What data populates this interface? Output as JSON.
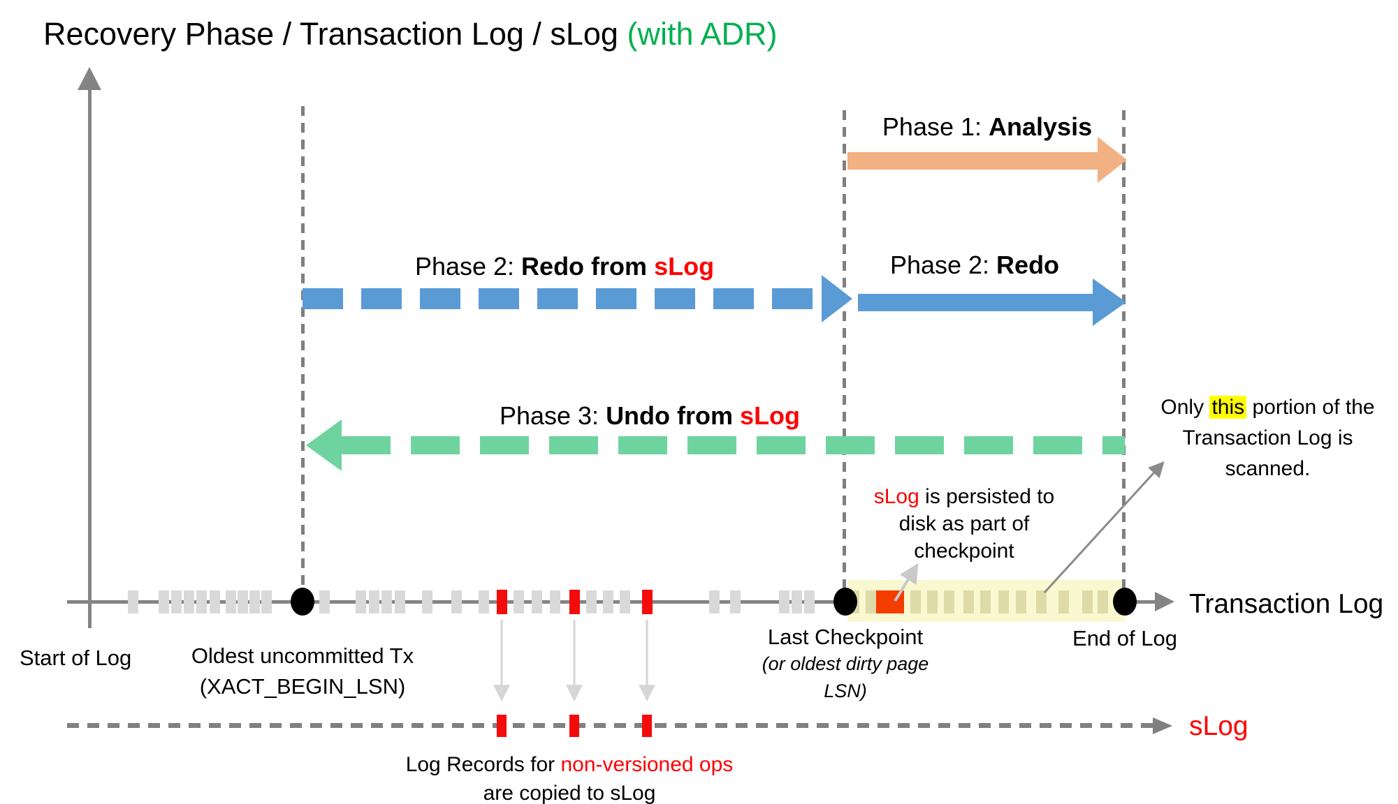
{
  "title": {
    "main": "Recovery Phase / Transaction Log / sLog ",
    "suffix": "(with ADR)"
  },
  "phase1": {
    "prefix": "Phase 1: ",
    "name": "Analysis"
  },
  "phase2_slog": {
    "prefix": "Phase 2: ",
    "bold": "Redo from ",
    "red": "sLog"
  },
  "phase2": {
    "prefix": "Phase 2: ",
    "bold": "Redo"
  },
  "phase3": {
    "prefix": "Phase 3: ",
    "bold": "Undo from ",
    "red": "sLog"
  },
  "note_scanned": {
    "pre": "Only ",
    "highlight": "this",
    "post": " portion of the",
    "line2": "Transaction Log is scanned."
  },
  "note_persisted": {
    "red": "sLog",
    "line1_rest": " is persisted to",
    "line2": "disk as part of",
    "line3": "checkpoint"
  },
  "note_copied": {
    "line1_black": "Log Records for ",
    "line1_red": "non-versioned ops",
    "line2": "are copied to sLog"
  },
  "timeline": {
    "axis_label": "Transaction Log",
    "start_label": "Start of Log",
    "oldest_line1": "Oldest uncommitted Tx",
    "oldest_line2": "(XACT_BEGIN_LSN)",
    "checkpoint_line1": "Last Checkpoint",
    "checkpoint_line2": "(or oldest dirty page",
    "checkpoint_line3": "LSN)",
    "end_label": "End of Log",
    "gray_tick_x": [
      190,
      234,
      252,
      270,
      288,
      307,
      330,
      347,
      364,
      381,
      464,
      516,
      535,
      553,
      572,
      611,
      653,
      692,
      742,
      768,
      794,
      846,
      870,
      894,
      1022,
      1052,
      1122,
      1140,
      1158
    ],
    "khaki_tick_x": [
      1222,
      1246,
      1310,
      1334,
      1358,
      1386,
      1410,
      1436,
      1461,
      1490,
      1522,
      1556,
      1578
    ],
    "red_tick_x": [
      718,
      822,
      926
    ]
  },
  "slog": {
    "label": "sLog"
  },
  "colors": {
    "accent_green": "#00B050",
    "phase1_orange": "#F2B183",
    "phase2_blue": "#5B9BD5",
    "phase3_green": "#6FD3A0",
    "red": "#FF0000",
    "record_red": "#F40B0B",
    "checkpoint_square": "#F53D00",
    "highlight_yellow": "#FFFF00",
    "band_yellow": "#FAF8D0",
    "axis_gray": "#848484",
    "tick_gray": "#D9D9D9"
  }
}
